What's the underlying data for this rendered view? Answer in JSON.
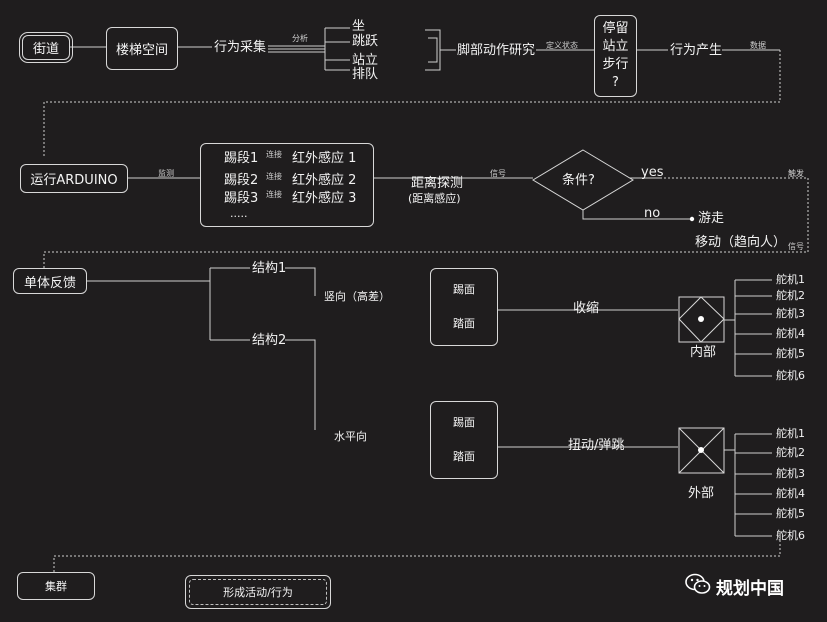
{
  "row1": {
    "street": "街道",
    "stair_space": "楼梯空间",
    "behavior_collect": "行为采集",
    "analysis": "分析",
    "behaviors": [
      "坐",
      "跳跃",
      "站立",
      "排队"
    ],
    "foot_research": "脚部动作研究",
    "define_state": "定义状态",
    "states": [
      "停留",
      "站立",
      "步行",
      "?"
    ],
    "behavior_produce": "行为产生",
    "data": "数据"
  },
  "row2": {
    "arduino": "运行ARDUINO",
    "monitor": "监测",
    "steps": [
      "踢段1",
      "踢段2",
      "踢段3"
    ],
    "connect": "连接",
    "sensors": [
      "红外感应 1",
      "红外感应 2",
      "红外感应 3"
    ],
    "dots": ".....",
    "distance": "距离探测",
    "distance_sub": "(距离感应)",
    "signal": "信号",
    "condition": "条件?",
    "yes": "yes",
    "no": "no",
    "trigger": "触发",
    "walk_away": "游走",
    "move_toward": "移动（趋向人）",
    "signal2": "信号"
  },
  "row3": {
    "unit_feedback": "单体反馈",
    "struct1": "结构1",
    "vertical": "竖向（高差）",
    "struct2": "结构2",
    "horizontal": "水平向",
    "riser": "踢面",
    "tread": "踏面",
    "shrink": "收缩",
    "twist_jump": "扭动/弹跳",
    "inner": "内部",
    "outer": "外部",
    "servos": [
      "舵机1",
      "舵机2",
      "舵机3",
      "舵机4",
      "舵机5",
      "舵机6"
    ]
  },
  "row4": {
    "cluster": "集群",
    "form_activity": "形成活动/行为"
  },
  "watermark": "规划中国"
}
